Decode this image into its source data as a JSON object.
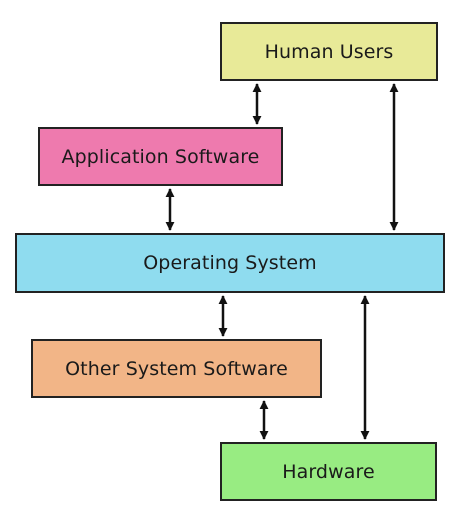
{
  "nodes": {
    "human_users": {
      "label": "Human Users",
      "color": "#e8ea98"
    },
    "application_software": {
      "label": "Application Software",
      "color": "#ee7aae"
    },
    "operating_system": {
      "label": "Operating System",
      "color": "#8fdcef"
    },
    "other_system_software": {
      "label": "Other System Software",
      "color": "#f2b587"
    },
    "hardware": {
      "label": "Hardware",
      "color": "#98ec82"
    }
  },
  "edges": [
    {
      "from": "application_software",
      "to": "human_users",
      "bidirectional": true
    },
    {
      "from": "operating_system",
      "to": "human_users",
      "bidirectional": true
    },
    {
      "from": "application_software",
      "to": "operating_system",
      "bidirectional": true
    },
    {
      "from": "operating_system",
      "to": "other_system_software",
      "bidirectional": true
    },
    {
      "from": "operating_system",
      "to": "hardware",
      "bidirectional": true
    },
    {
      "from": "other_system_software",
      "to": "hardware",
      "bidirectional": true
    }
  ],
  "colors": {
    "border": "#222222",
    "arrow": "#111111",
    "text": "#1a1a1a"
  }
}
